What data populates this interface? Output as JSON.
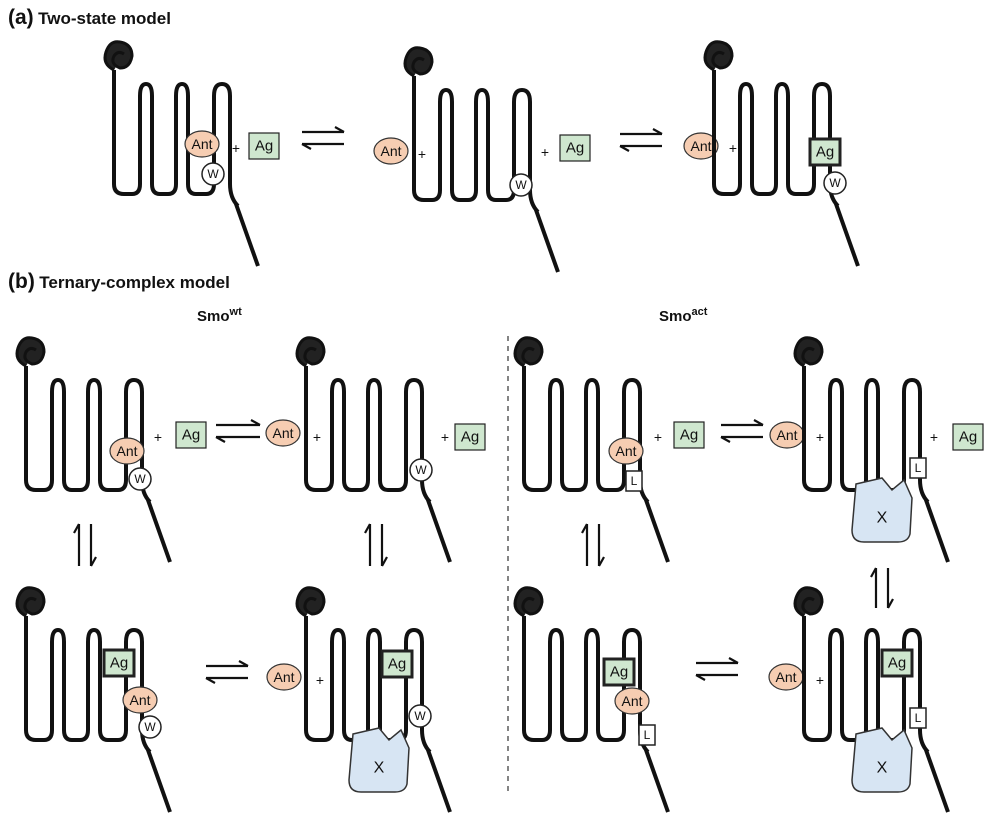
{
  "panel_a": {
    "letter": "(a)",
    "title": "Two-state model"
  },
  "panel_b": {
    "letter": "(b)",
    "title": "Ternary-complex model",
    "left_heading": {
      "base": "Smo",
      "sup": "wt"
    },
    "right_heading": {
      "base": "Smo",
      "sup": "act"
    }
  },
  "labels": {
    "antagonist": "Ant",
    "agonist": "Ag",
    "plus": "+",
    "trp_residue": "W",
    "leu_residue": "L",
    "partner": "X"
  },
  "colors": {
    "antagonist_fill": "#f6cdb2",
    "agonist_fill": "#cfe7cf",
    "partner_fill": "#d7e5f3",
    "receptor_stroke": "#111111"
  }
}
